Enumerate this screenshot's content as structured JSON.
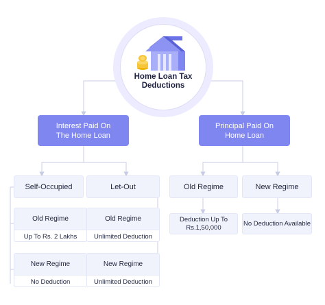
{
  "root": {
    "title": "Home Loan Tax\nDeductions"
  },
  "interest": {
    "title": "Interest Paid On\nThe Home Loan",
    "self_occupied": {
      "label": "Self-Occupied",
      "old": {
        "label": "Old Regime",
        "value": "Up To Rs. 2 Lakhs"
      },
      "new": {
        "label": "New Regime",
        "value": "No Deduction"
      }
    },
    "let_out": {
      "label": "Let-Out",
      "old": {
        "label": "Old Regime",
        "value": "Unlimited Deduction"
      },
      "new": {
        "label": "New Regime",
        "value": "Unlimited Deduction"
      }
    }
  },
  "principal": {
    "title": "Principal Paid On\nHome Loan",
    "old": {
      "label": "Old Regime",
      "value": "Deduction Up To\nRs.1,50,000"
    },
    "new": {
      "label": "New Regime",
      "value": "No Deduction Available"
    }
  },
  "colors": {
    "accent": "#7f86f0",
    "box_fill": "#f1f3fc",
    "connector": "#d2d6ea",
    "halo": "#ecebff"
  }
}
